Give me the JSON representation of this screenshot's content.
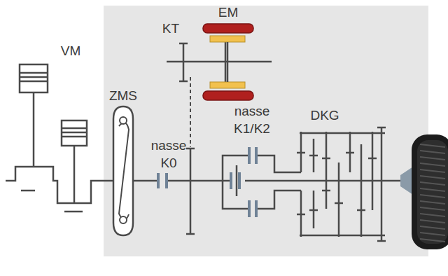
{
  "diagram": {
    "labels": [
      "EM",
      "KT",
      "VM",
      "nasse K0",
      "nasse K1/K2",
      "DKG",
      "ZMS"
    ]
  }
}
